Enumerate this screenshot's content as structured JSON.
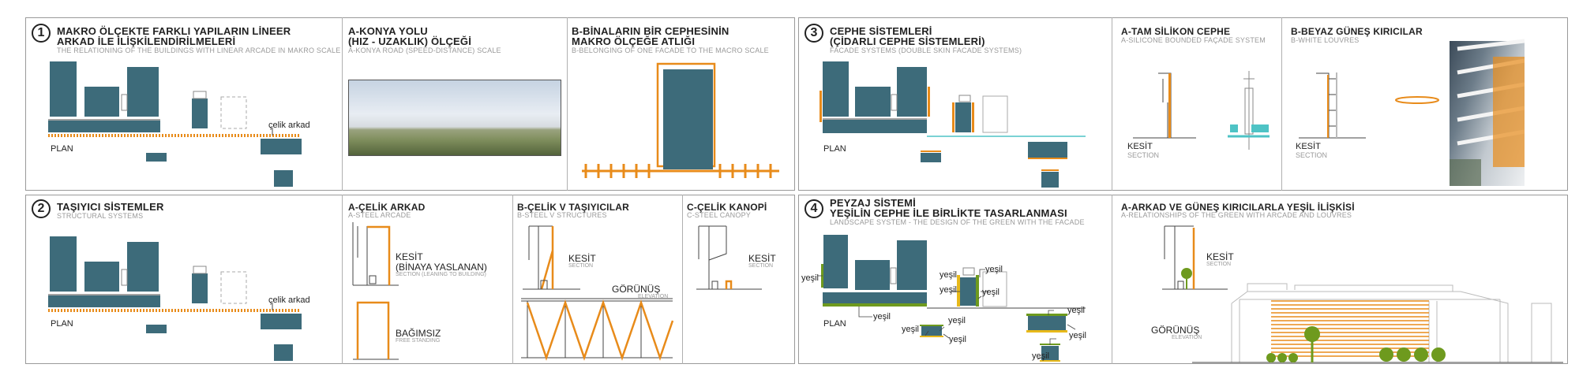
{
  "colors": {
    "teal": "#3d6b7a",
    "orange": "#e88b1a",
    "green": "#6e9a1e",
    "cyan": "#4ec3c5",
    "line": "#444444"
  },
  "panels": {
    "p1": {
      "number": "1",
      "title1": "MAKRO ÖLÇEKTE FARKLI YAPILARIN LİNEER",
      "title2": "ARKAD İLE İLİŞKİLENDİRİLMELERİ",
      "subtitle": "THE RELATIONING OF THE BUILDINGS WITH LINEAR ARCADE IN MAKRO SCALE",
      "plan": "PLAN",
      "arcade": "çelik arkad"
    },
    "pA": {
      "title1": "A-KONYA YOLU",
      "title2": "(HIZ - UZAKLIK) ÖLÇEĞİ",
      "subtitle": "A-KONYA ROAD (SPEED-DISTANCE) SCALE"
    },
    "pB": {
      "title1": "B-BİNALARIN BİR CEPHESİNİN",
      "title2": "MAKRO ÖLÇEĞE ATLIĞI",
      "subtitle": "B-BELONGING OF ONE FACADE TO THE MACRO SCALE"
    },
    "p3": {
      "number": "3",
      "title1": "CEPHE SİSTEMLERİ",
      "title2": "(ÇİDARLI CEPHE SİSTEMLERİ)",
      "subtitle": "FACADE SYSTEMS (DOUBLE SKIN FACADE SYSTEMS)",
      "plan": "PLAN"
    },
    "p3A": {
      "title": "A-TAM SİLİKON CEPHE",
      "subtitle": "A-SILICONE BOUNDED FAÇADE SYSTEM",
      "kesit": "KESİT",
      "section": "SECTION"
    },
    "p3B": {
      "title": "B-BEYAZ GÜNEŞ KIRICILAR",
      "subtitle": "B-WHITE LOUVRES",
      "kesit": "KESİT",
      "section": "SECTION"
    },
    "p2": {
      "number": "2",
      "title": "TAŞIYICI SİSTEMLER",
      "subtitle": "STRUCTURAL SYSTEMS",
      "plan": "PLAN",
      "arcade": "çelik arkad"
    },
    "p2A": {
      "title": "A-ÇELİK ARKAD",
      "subtitle": "A-STEEL ARCADE",
      "kesit": "KESİT",
      "kesit2": "(BİNAYA YASLANAN)",
      "section": "SECTION (LEANING TO BUILDING)",
      "bagimsiz": "BAĞIMSIZ",
      "free": "FREE STANDING"
    },
    "p2B": {
      "title": "B-ÇELİK V TAŞIYICILAR",
      "subtitle": "B-STEEL V STRUCTURES",
      "kesit": "KESİT",
      "section": "SECTION",
      "gorunus": "GÖRÜNÜŞ",
      "elevation": "ELEVATION"
    },
    "p2C": {
      "title": "C-ÇELİK KANOPİ",
      "subtitle": "C-STEEL CANOPY",
      "kesit": "KESİT",
      "section": "SECTION"
    },
    "p4": {
      "number": "4",
      "title1": "PEYZAJ SİSTEMİ",
      "title2": "YEŞİLİN CEPHE İLE BİRLİKTE TASARLANMASI",
      "subtitle": "LANDSCAPE SYSTEM - THE DESIGN OF THE GREEN WITH THE FACADE",
      "plan": "PLAN",
      "green": "yeşil"
    },
    "p4A": {
      "title": "A-ARKAD VE GÜNEŞ KIRICILARLA YEŞİL İLİŞKİSİ",
      "subtitle": "A-RELATIONSHIPS OF THE GREEN WITH ARCADE AND LOUVRES",
      "kesit": "KESİT",
      "section": "SECTION",
      "gorunus": "GÖRÜNÜŞ",
      "elevation": "ELEVATION"
    }
  }
}
